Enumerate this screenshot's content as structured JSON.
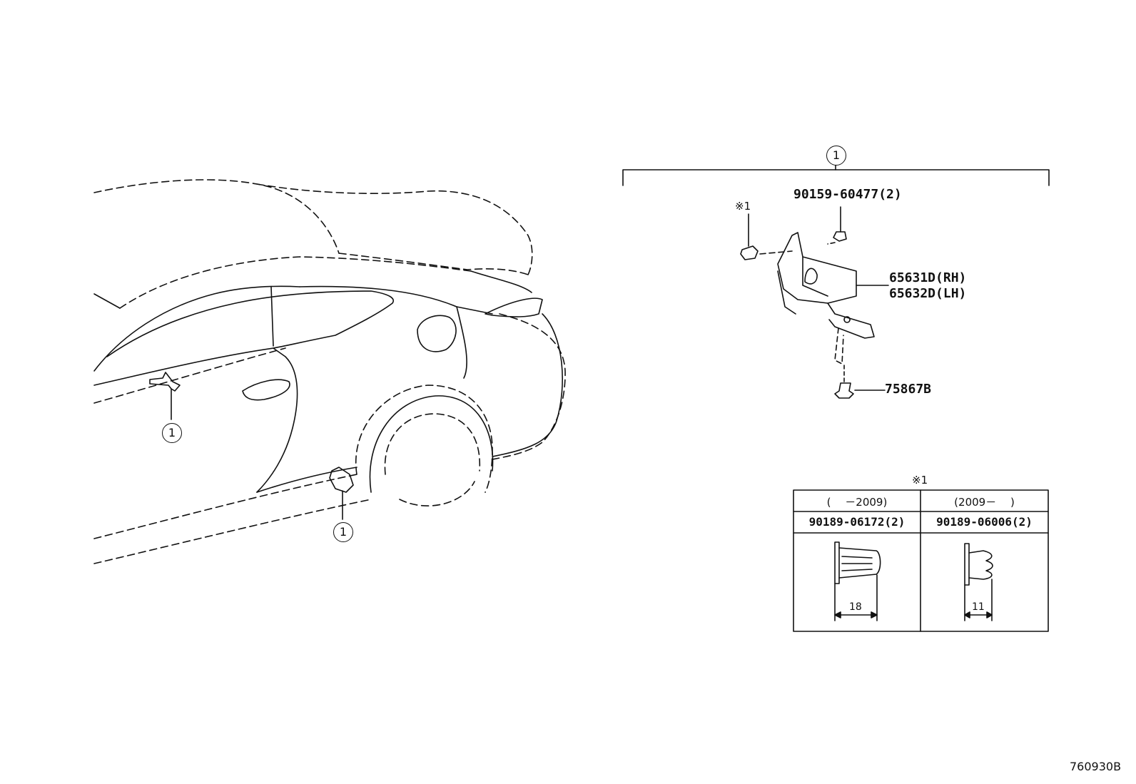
{
  "diagram_code": "760930B",
  "callout_symbol": "1",
  "parts": {
    "bolt": "90159-60477(2)",
    "protector_rh": "65631D(RH)",
    "protector_lh": "65632D(LH)",
    "clip": "75867B",
    "note_mark": "※1"
  },
  "table": {
    "mark": "※1",
    "col1_header": "(　 －2009)",
    "col2_header": "(2009－　 )",
    "col1_part": "90189-06172(2)",
    "col2_part": "90189-06006(2)",
    "col1_dim": "18",
    "col2_dim": "11"
  }
}
